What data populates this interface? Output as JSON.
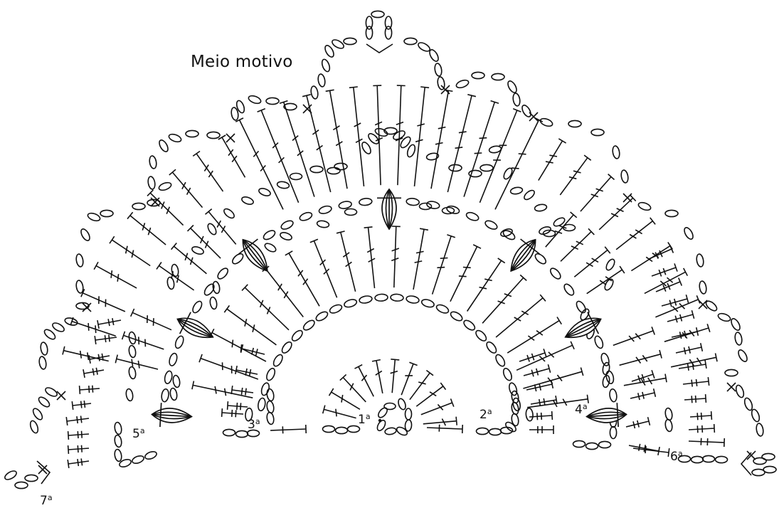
{
  "title": "Meio motivo",
  "round_labels": [
    {
      "num": "1",
      "suffix": "a"
    },
    {
      "num": "2",
      "suffix": "a"
    },
    {
      "num": "3",
      "suffix": "a"
    },
    {
      "num": "4",
      "suffix": "a"
    },
    {
      "num": "5",
      "suffix": "a"
    },
    {
      "num": "6",
      "suffix": "a"
    },
    {
      "num": "7",
      "suffix": "a"
    }
  ],
  "stitch_symbols": [
    "chain-oval",
    "single-crochet-cross",
    "double-crochet-stick",
    "treble-crochet-stick",
    "cluster-shell",
    "picot"
  ],
  "stroke_color": "#111111",
  "background": "#ffffff"
}
